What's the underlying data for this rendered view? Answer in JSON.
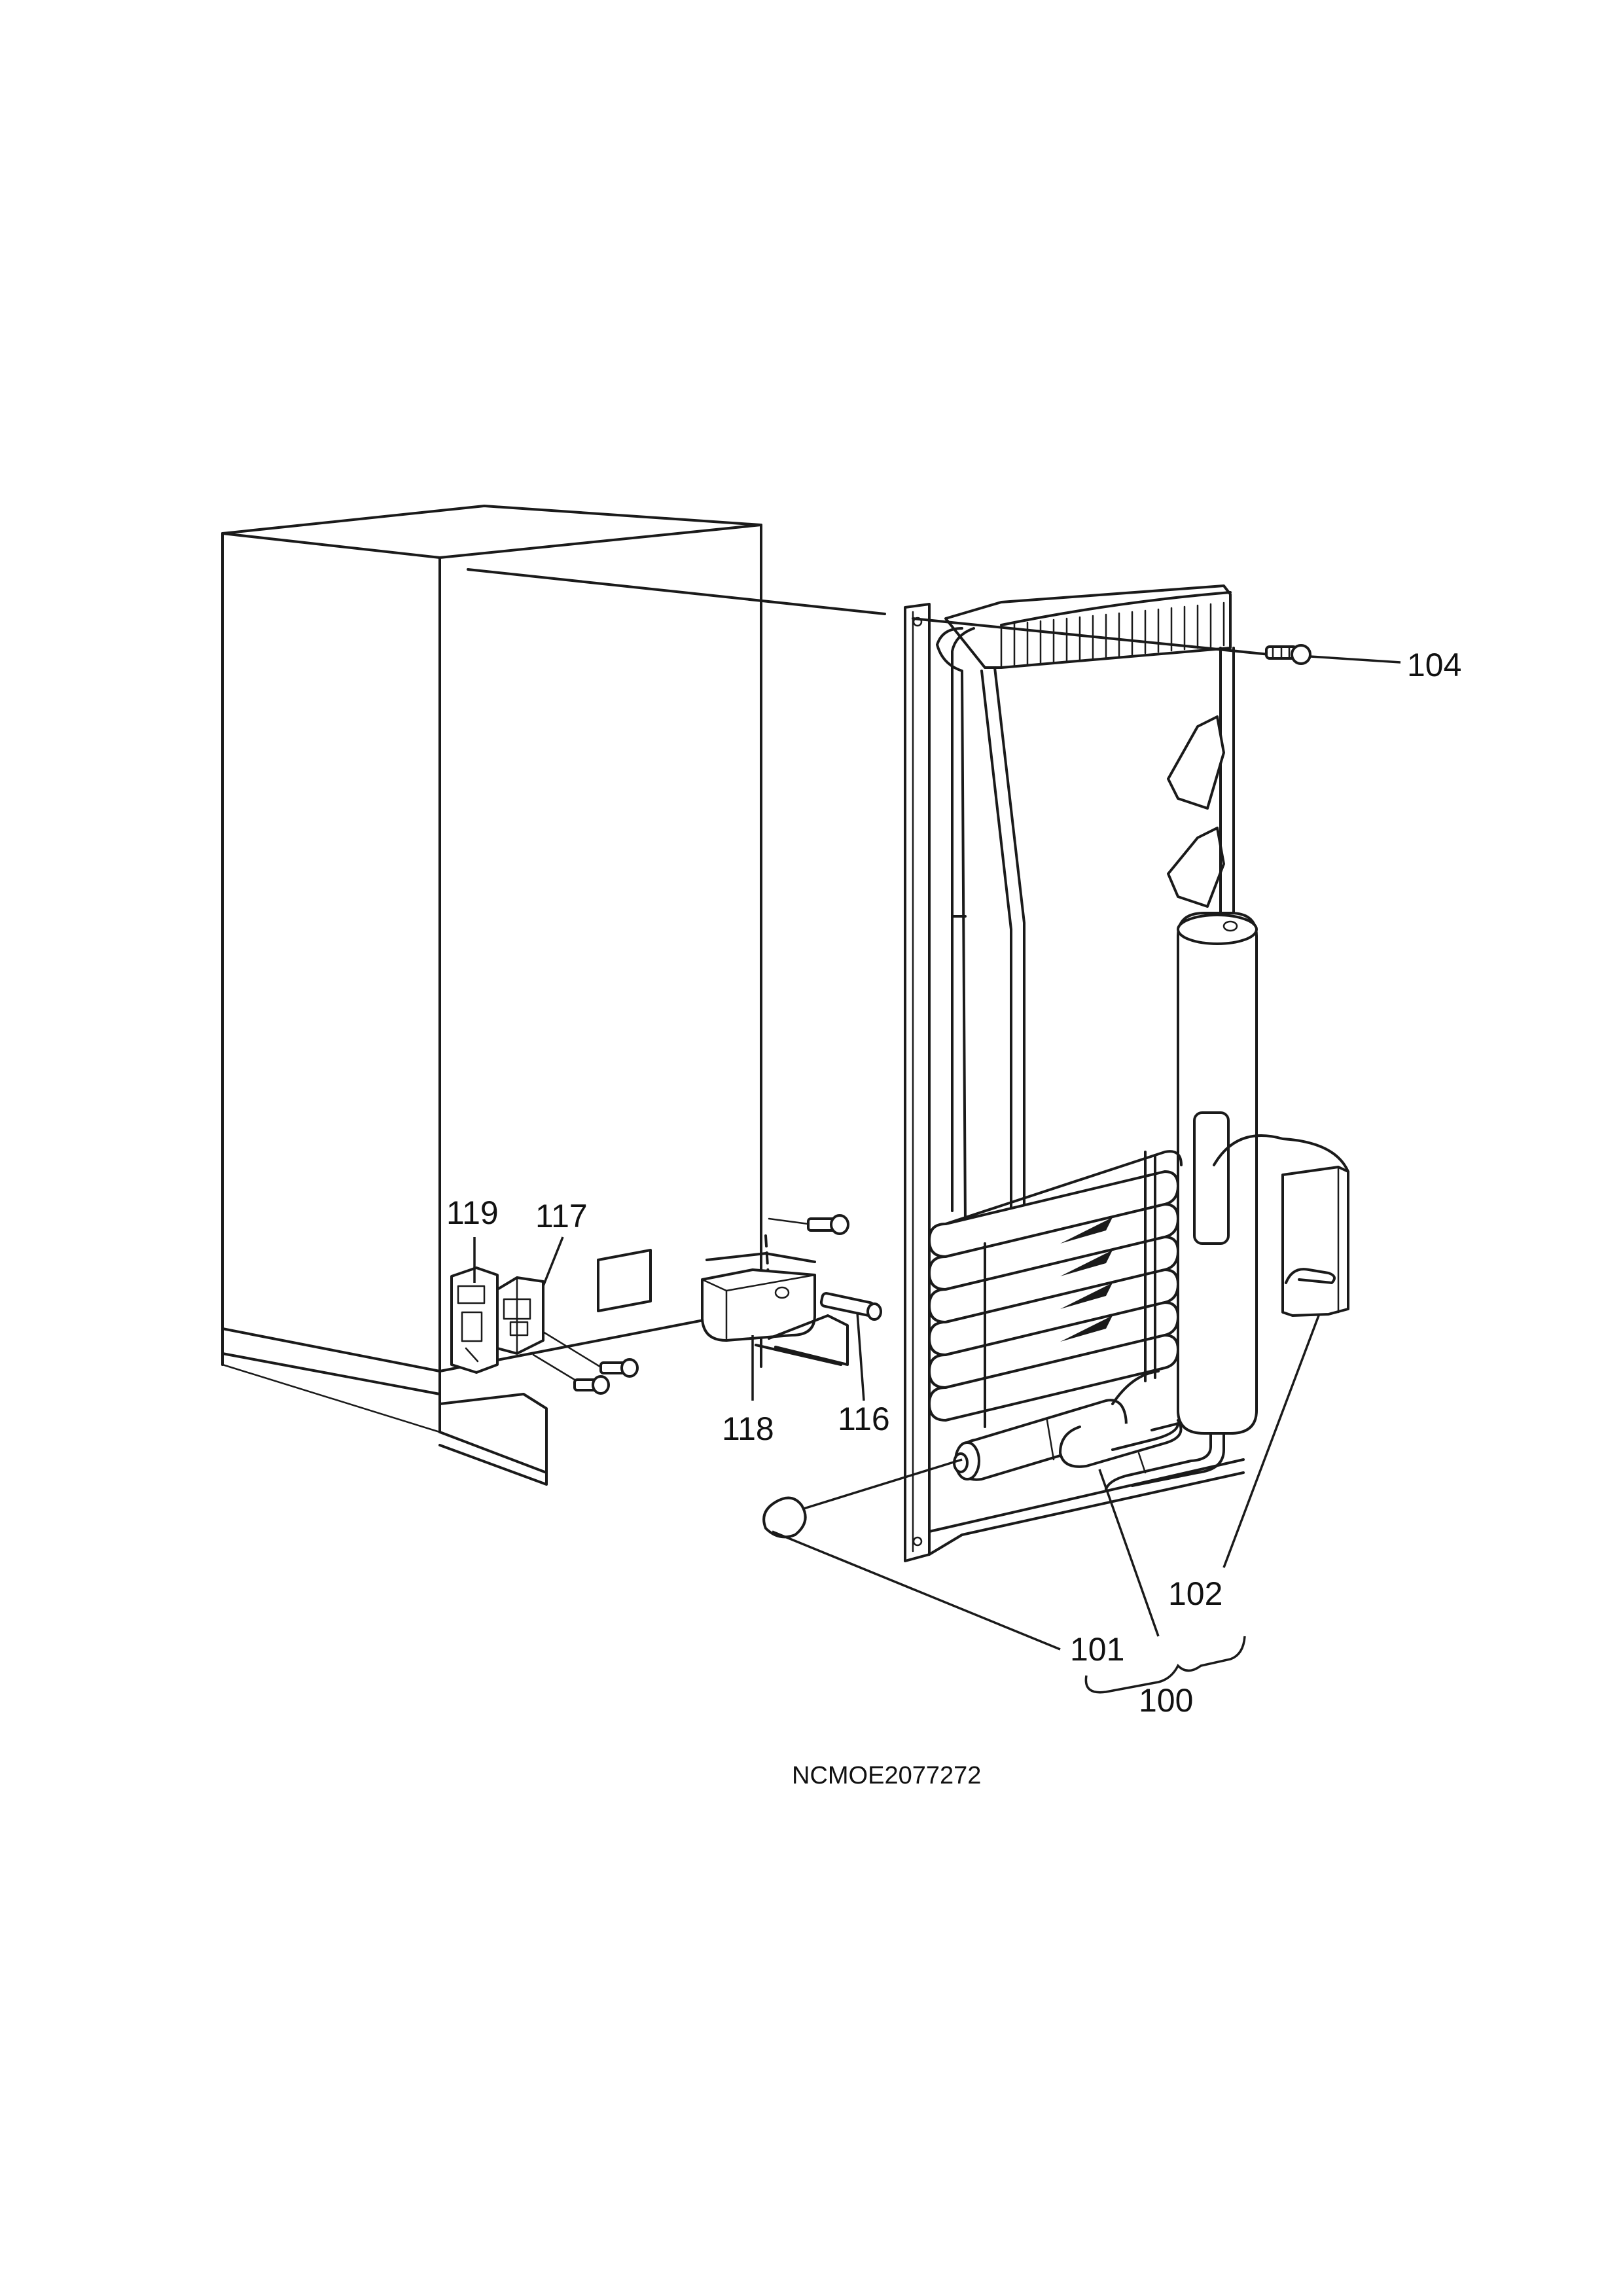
{
  "diagram": {
    "callouts": {
      "c100": "100",
      "c101": "101",
      "c102": "102",
      "c104": "104",
      "c116": "116",
      "c117": "117",
      "c118": "118",
      "c119": "119"
    },
    "drawing_code": "NCMOE2077272"
  }
}
